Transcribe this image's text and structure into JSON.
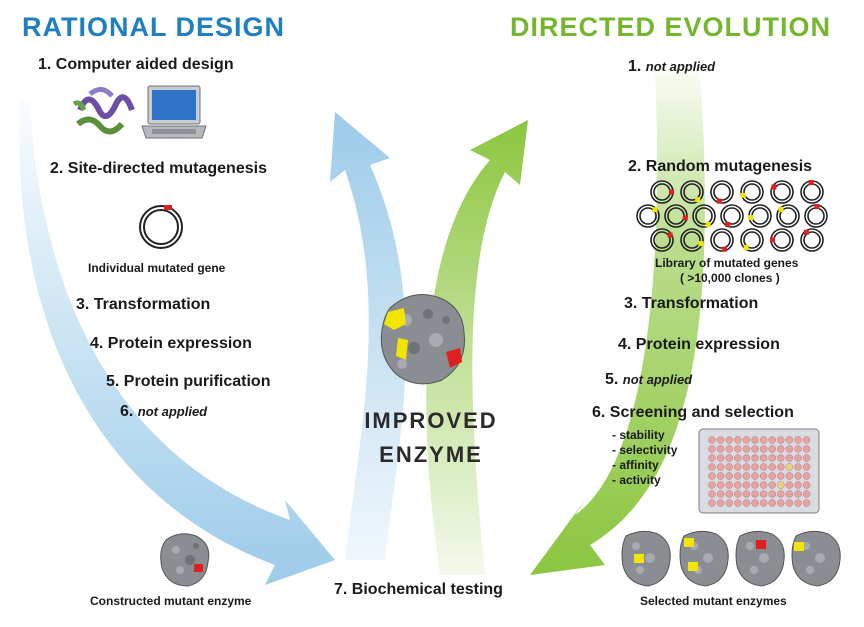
{
  "headers": {
    "rational": "RATIONAL DESIGN",
    "directed": "DIRECTED EVOLUTION"
  },
  "colors": {
    "rational": "#1f7fc1",
    "directed": "#74b72e",
    "arrow_blue": "#9ccbe9",
    "arrow_green": "#8cc63f",
    "mutation_red": "#e02020",
    "mutation_yellow": "#f2e600",
    "protein_gray": "#8a8d91"
  },
  "rational_steps": {
    "s1": "1. Computer aided design",
    "s2": "2. Site-directed mutagenesis",
    "gene_caption": "Individual mutated gene",
    "s3": "3. Transformation",
    "s4": "4. Protein expression",
    "s5": "5. Protein purification",
    "s6_num": "6.",
    "s6_text": "not applied",
    "result_caption": "Constructed mutant enzyme"
  },
  "directed_steps": {
    "s1_num": "1.",
    "s1_text": "not applied",
    "s2": "2. Random mutagenesis",
    "library_caption_1": "Library of mutated genes",
    "library_caption_2": "( >10,000 clones )",
    "s3": "3. Transformation",
    "s4": "4. Protein expression",
    "s5_num": "5.",
    "s5_text": "not applied",
    "s6": "6. Screening and selection",
    "traits": [
      "- stability",
      "- selectivity",
      "- affinity",
      "- activity"
    ],
    "result_caption": "Selected mutant enzymes"
  },
  "center": {
    "line1": "IMPROVED",
    "line2": "ENZYME",
    "step7": "7. Biochemical testing"
  },
  "icons": [
    "protein-structure-icon",
    "laptop-icon",
    "plasmid-icon",
    "plasmid-library-icon",
    "microplate-icon",
    "enzyme-surface-icon"
  ]
}
